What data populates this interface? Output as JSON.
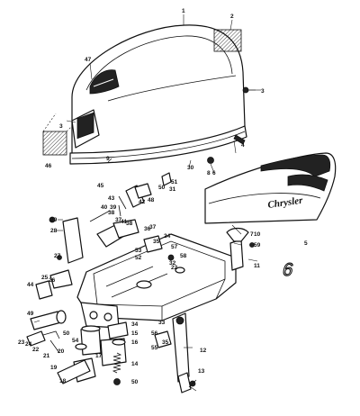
{
  "decal": {
    "brand": "Chrysler",
    "model_number": "6"
  },
  "callouts": [
    {
      "id": "c1",
      "label": "1"
    },
    {
      "id": "c2",
      "label": "2"
    },
    {
      "id": "c3a",
      "label": "3"
    },
    {
      "id": "c3b",
      "label": "3"
    },
    {
      "id": "c4",
      "label": "4"
    },
    {
      "id": "c5",
      "label": "5"
    },
    {
      "id": "c6",
      "label": "6"
    },
    {
      "id": "c7",
      "label": "7"
    },
    {
      "id": "c8",
      "label": "8"
    },
    {
      "id": "c9",
      "label": "9"
    },
    {
      "id": "c10",
      "label": "10"
    },
    {
      "id": "c11",
      "label": "11"
    },
    {
      "id": "c12",
      "label": "12"
    },
    {
      "id": "c13",
      "label": "13"
    },
    {
      "id": "c14",
      "label": "14"
    },
    {
      "id": "c15",
      "label": "15"
    },
    {
      "id": "c16",
      "label": "16"
    },
    {
      "id": "c17",
      "label": "17"
    },
    {
      "id": "c18",
      "label": "18"
    },
    {
      "id": "c19",
      "label": "19"
    },
    {
      "id": "c20",
      "label": "20"
    },
    {
      "id": "c21",
      "label": "21"
    },
    {
      "id": "c22a",
      "label": "22"
    },
    {
      "id": "c22b",
      "label": "22"
    },
    {
      "id": "c23",
      "label": "23"
    },
    {
      "id": "c24a",
      "label": "24"
    },
    {
      "id": "c24b",
      "label": "24"
    },
    {
      "id": "c25",
      "label": "25"
    },
    {
      "id": "c26",
      "label": "26"
    },
    {
      "id": "c27",
      "label": "27"
    },
    {
      "id": "c28",
      "label": "28"
    },
    {
      "id": "c29",
      "label": "29"
    },
    {
      "id": "c30",
      "label": "30"
    },
    {
      "id": "c31",
      "label": "31"
    },
    {
      "id": "c32",
      "label": "32"
    },
    {
      "id": "c33",
      "label": "33"
    },
    {
      "id": "c34",
      "label": "34"
    },
    {
      "id": "c35a",
      "label": "35"
    },
    {
      "id": "c35b",
      "label": "35"
    },
    {
      "id": "c36",
      "label": "36"
    },
    {
      "id": "c37a",
      "label": "37"
    },
    {
      "id": "c37b",
      "label": "37"
    },
    {
      "id": "c38a",
      "label": "38"
    },
    {
      "id": "c38b",
      "label": "38"
    },
    {
      "id": "c39",
      "label": "39"
    },
    {
      "id": "c40",
      "label": "40"
    },
    {
      "id": "c41",
      "label": "41"
    },
    {
      "id": "c42",
      "label": "42"
    },
    {
      "id": "c43",
      "label": "43"
    },
    {
      "id": "c44",
      "label": "44"
    },
    {
      "id": "c45",
      "label": "45"
    },
    {
      "id": "c46",
      "label": "46"
    },
    {
      "id": "c47",
      "label": "47"
    },
    {
      "id": "c48",
      "label": "48"
    },
    {
      "id": "c49",
      "label": "49"
    },
    {
      "id": "c50a",
      "label": "50"
    },
    {
      "id": "c50b",
      "label": "50"
    },
    {
      "id": "c50c",
      "label": "50"
    },
    {
      "id": "c51",
      "label": "51"
    },
    {
      "id": "c52",
      "label": "52"
    },
    {
      "id": "c53",
      "label": "53"
    },
    {
      "id": "c54",
      "label": "54"
    },
    {
      "id": "c55",
      "label": "55"
    },
    {
      "id": "c56",
      "label": "56"
    },
    {
      "id": "c57",
      "label": "57"
    },
    {
      "id": "c58",
      "label": "58"
    },
    {
      "id": "c59",
      "label": "59"
    }
  ]
}
